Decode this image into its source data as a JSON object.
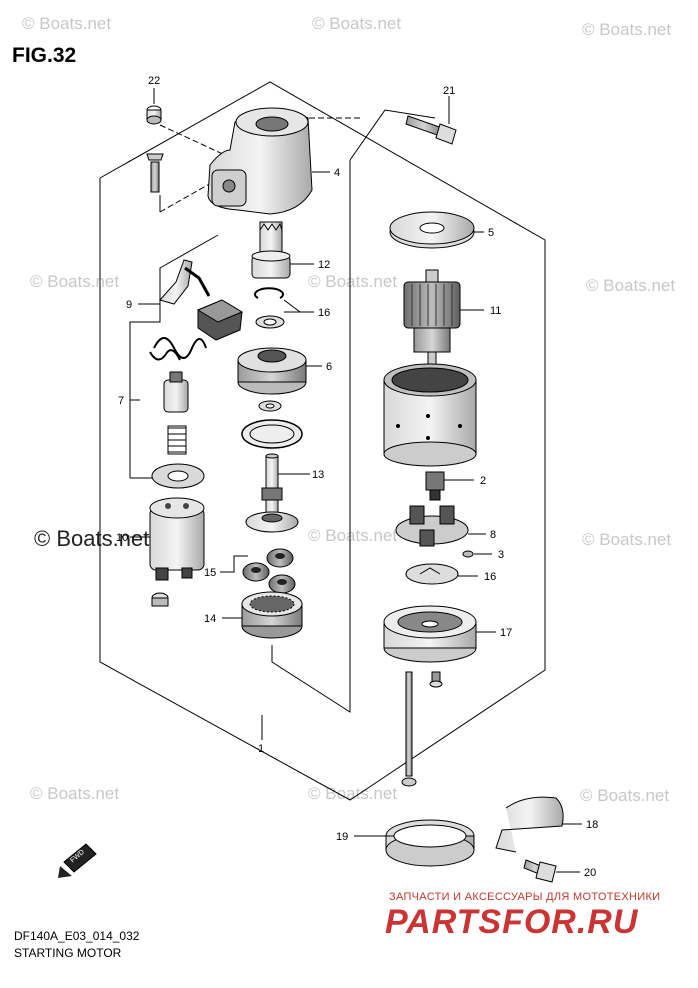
{
  "figure": {
    "title": "FIG.32",
    "code": "DF140A_E03_014_032",
    "caption": "STARTING MOTOR"
  },
  "watermark": {
    "text": "© Boats.net",
    "prominent_text": "© Boats.net"
  },
  "brand": {
    "tagline": "ЗАПЧАСТИ И АКСЕССУАРЫ ДЛЯ МОТОТЕХНИКИ",
    "name": "PARTSFOR.RU",
    "color": "#cc3333"
  },
  "callouts": [
    "1",
    "2",
    "3",
    "4",
    "5",
    "6",
    "7",
    "8",
    "9",
    "10",
    "11",
    "12",
    "13",
    "14",
    "15",
    "16",
    "16",
    "17",
    "18",
    "19",
    "20",
    "21",
    "22"
  ],
  "fwd_label": "FWD"
}
